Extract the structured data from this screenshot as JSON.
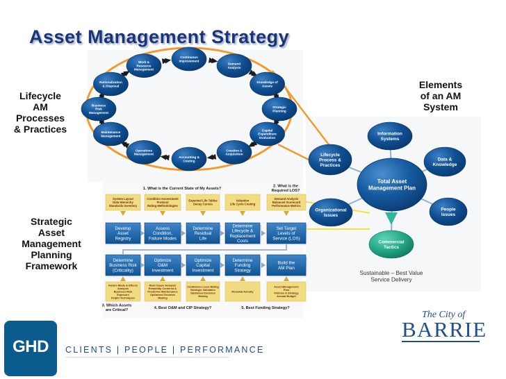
{
  "title": "Asset Management Strategy",
  "labels": {
    "lifecycle": "Lifecycle\nAM\nProcesses\n& Practices",
    "strategic": "Strategic\nAsset\nManagement\nPlanning\nFramework",
    "elements": "Elements\nof an AM\nSystem"
  },
  "lifecycle_cycle": [
    "Continuous\nImprovement",
    "Demand\nAnalysis",
    "Knowledge of\nAssets",
    "Strategic\nPlanning",
    "Capital\nExpenditure\nEvaluation",
    "Creation &\nAcquisition",
    "Accounting &\nCosting",
    "Operations\nManagement",
    "Maintenance\nManagement",
    "Business\nRisk\nManagement",
    "Rationalization\n& Disposal",
    "Work &\nResource\nManagement"
  ],
  "framework": {
    "q1": "1.  What is the Current State of My Assets?",
    "q2": "2.  What is the\nRequired LOS?",
    "q3": "3.  Which Assets\nare Critical?",
    "q4": "4.  Best O&M and CIP Strategy?",
    "q5": "5.  Best Funding Strategy?",
    "top_notes": [
      "System Layout\nData Hierarchy\nStandards Inventory",
      "Condition Assessment\nProtocol\nRating Methodologies",
      "Expected Life Tables\nDecay Curves",
      "Valuation\nLife Cycle Costing",
      "Demand Analysis\nBalanced Scorecard\nPerformance Metrics"
    ],
    "row1": [
      "Develop\nAsset\nRegistry",
      "Assess\nCondition,\nFailure Modes",
      "Determine\nResidual\nLife",
      "Determine\nLifecycle &\nReplacement\nCosts",
      "Set Target\nLevels of\nService (LOS)"
    ],
    "row2": [
      "Determine\nBusiness Risk\n(Criticality)",
      "Optimize\nO&M\nInvestment",
      "Optimize\nCapital\nInvestment",
      "Determine\nFunding\nStrategy",
      "Build the\nAM Plan"
    ],
    "bottom_notes": [
      "Failure Mode & Effects\nAnalysis\nBusiness Risk\nExposure\nDelphi Techniques",
      "Root Cause Analysis\nReliability Centered &\nPredictive Maintenance\nOptimized Decision\nMaking",
      "Confidence Level Rating\nStrategic Validation\nOptimized Decision\nMaking",
      "Renewal Annuity",
      "Asset Management\nPlan\nPolicies & Strategy\nAnnual Budget"
    ]
  },
  "elements": {
    "center": "Total Asset\nManagement Plan",
    "satellites": [
      "Information\nSystems",
      "Data &\nKnowledge",
      "People\nIssues",
      "Commercial\nTactics",
      "Organizational\nIssues",
      "Lifecycle\nProcess &\nPractices"
    ],
    "caption": "Sustainable – Best Value\nService Delivery"
  },
  "footer": {
    "logo": "GHD",
    "tagline": "CLIENTS | PEOPLE | PERFORMANCE",
    "city_prefix": "The City of",
    "city_name": "BARRIE"
  },
  "colors": {
    "title": "#1a3576",
    "node_blue": "#0d4f91",
    "orange_ring": "#f39b2e",
    "note_yellow": "#f2dc82",
    "commercial_green": "#26a889",
    "connector_yellow": "#f3e23a"
  }
}
